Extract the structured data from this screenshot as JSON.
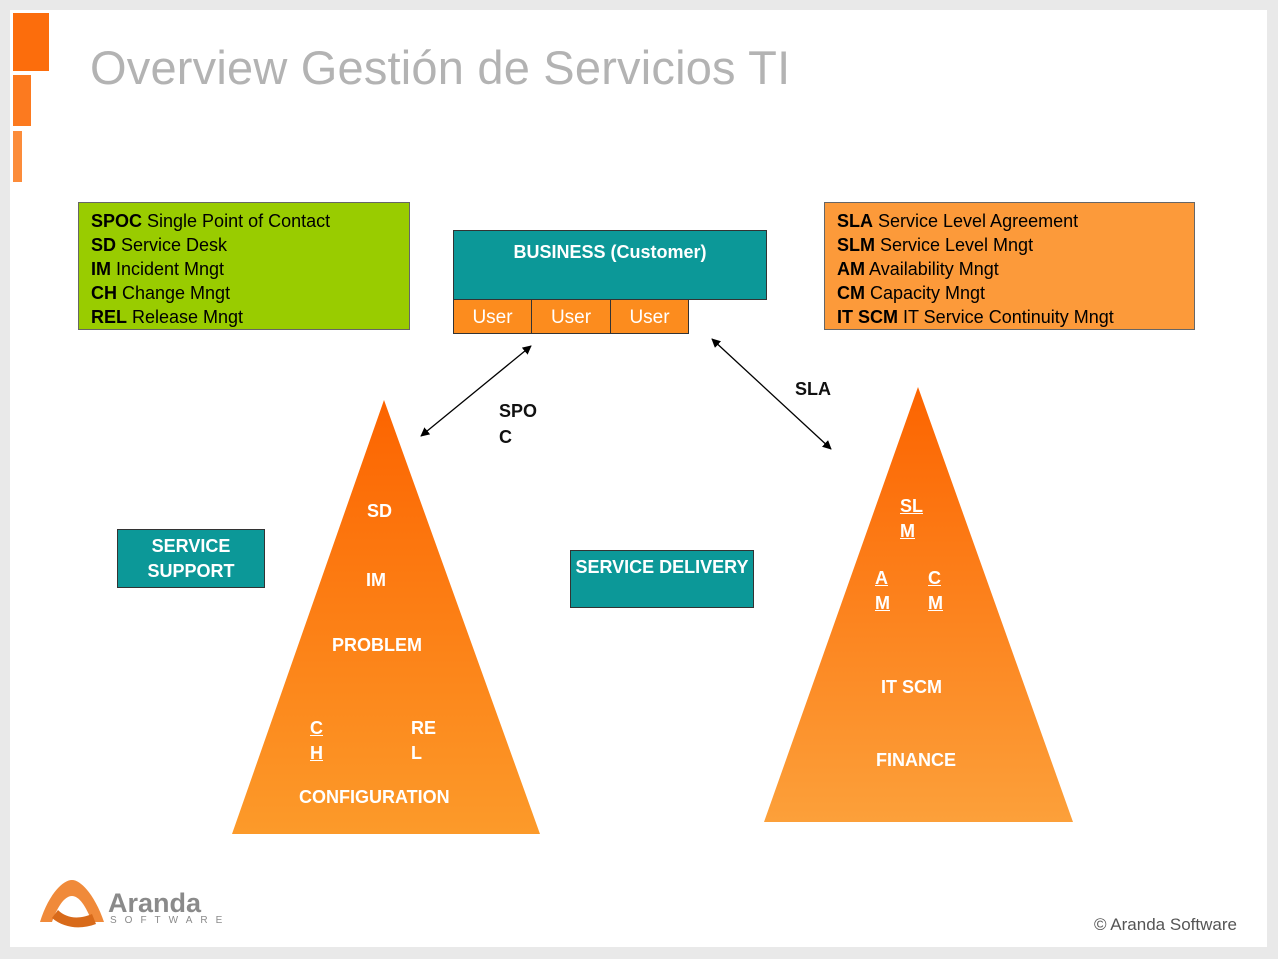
{
  "title": "Overview Gestión de Servicios TI",
  "colors": {
    "accent_orange": "#fc6d0c",
    "teal": "#0c9898",
    "legend_green": "#99cc00",
    "legend_orange": "#fc9a3a",
    "title_gray": "#b3b3b3"
  },
  "legend_support": [
    {
      "abbr": "SPOC",
      "text": " Single Point of Contact"
    },
    {
      "abbr": "SD",
      "text": " Service Desk"
    },
    {
      "abbr": "IM",
      "text": " Incident Mngt"
    },
    {
      "abbr": "CH",
      "text": " Change Mngt"
    },
    {
      "abbr": "REL",
      "text": " Release Mngt"
    }
  ],
  "legend_delivery": [
    {
      "abbr": "SLA",
      "text": " Service Level Agreement"
    },
    {
      "abbr": "SLM",
      "text": " Service Level Mngt"
    },
    {
      "abbr": "AM",
      "text": " Availability Mngt"
    },
    {
      "abbr": "CM",
      "text": " Capacity Mngt"
    },
    {
      "abbr": "IT SCM",
      "text": " IT Service Continuity Mngt"
    }
  ],
  "business": {
    "label": "BUSINESS (Customer)",
    "users": [
      "User",
      "User",
      "User"
    ]
  },
  "connectors": {
    "left_label": "SPOC",
    "right_label": "SLA"
  },
  "support_pyramid": {
    "section_label": "SERVICE SUPPORT",
    "layers": {
      "sd": "SD",
      "im": "IM",
      "problem": "PROBLEM",
      "ch": "CH",
      "rel": "REL",
      "configuration": "CONFIGURATION"
    }
  },
  "delivery_pyramid": {
    "section_label": "SERVICE DELIVERY",
    "layers": {
      "slm": "SLM",
      "am": "AM",
      "cm": "CM",
      "itscm": "IT SCM",
      "finance": "FINANCE"
    }
  },
  "footer": {
    "logo_name": "Aranda",
    "logo_sub": "SOFTWARE",
    "copyright": "© Aranda Software"
  }
}
